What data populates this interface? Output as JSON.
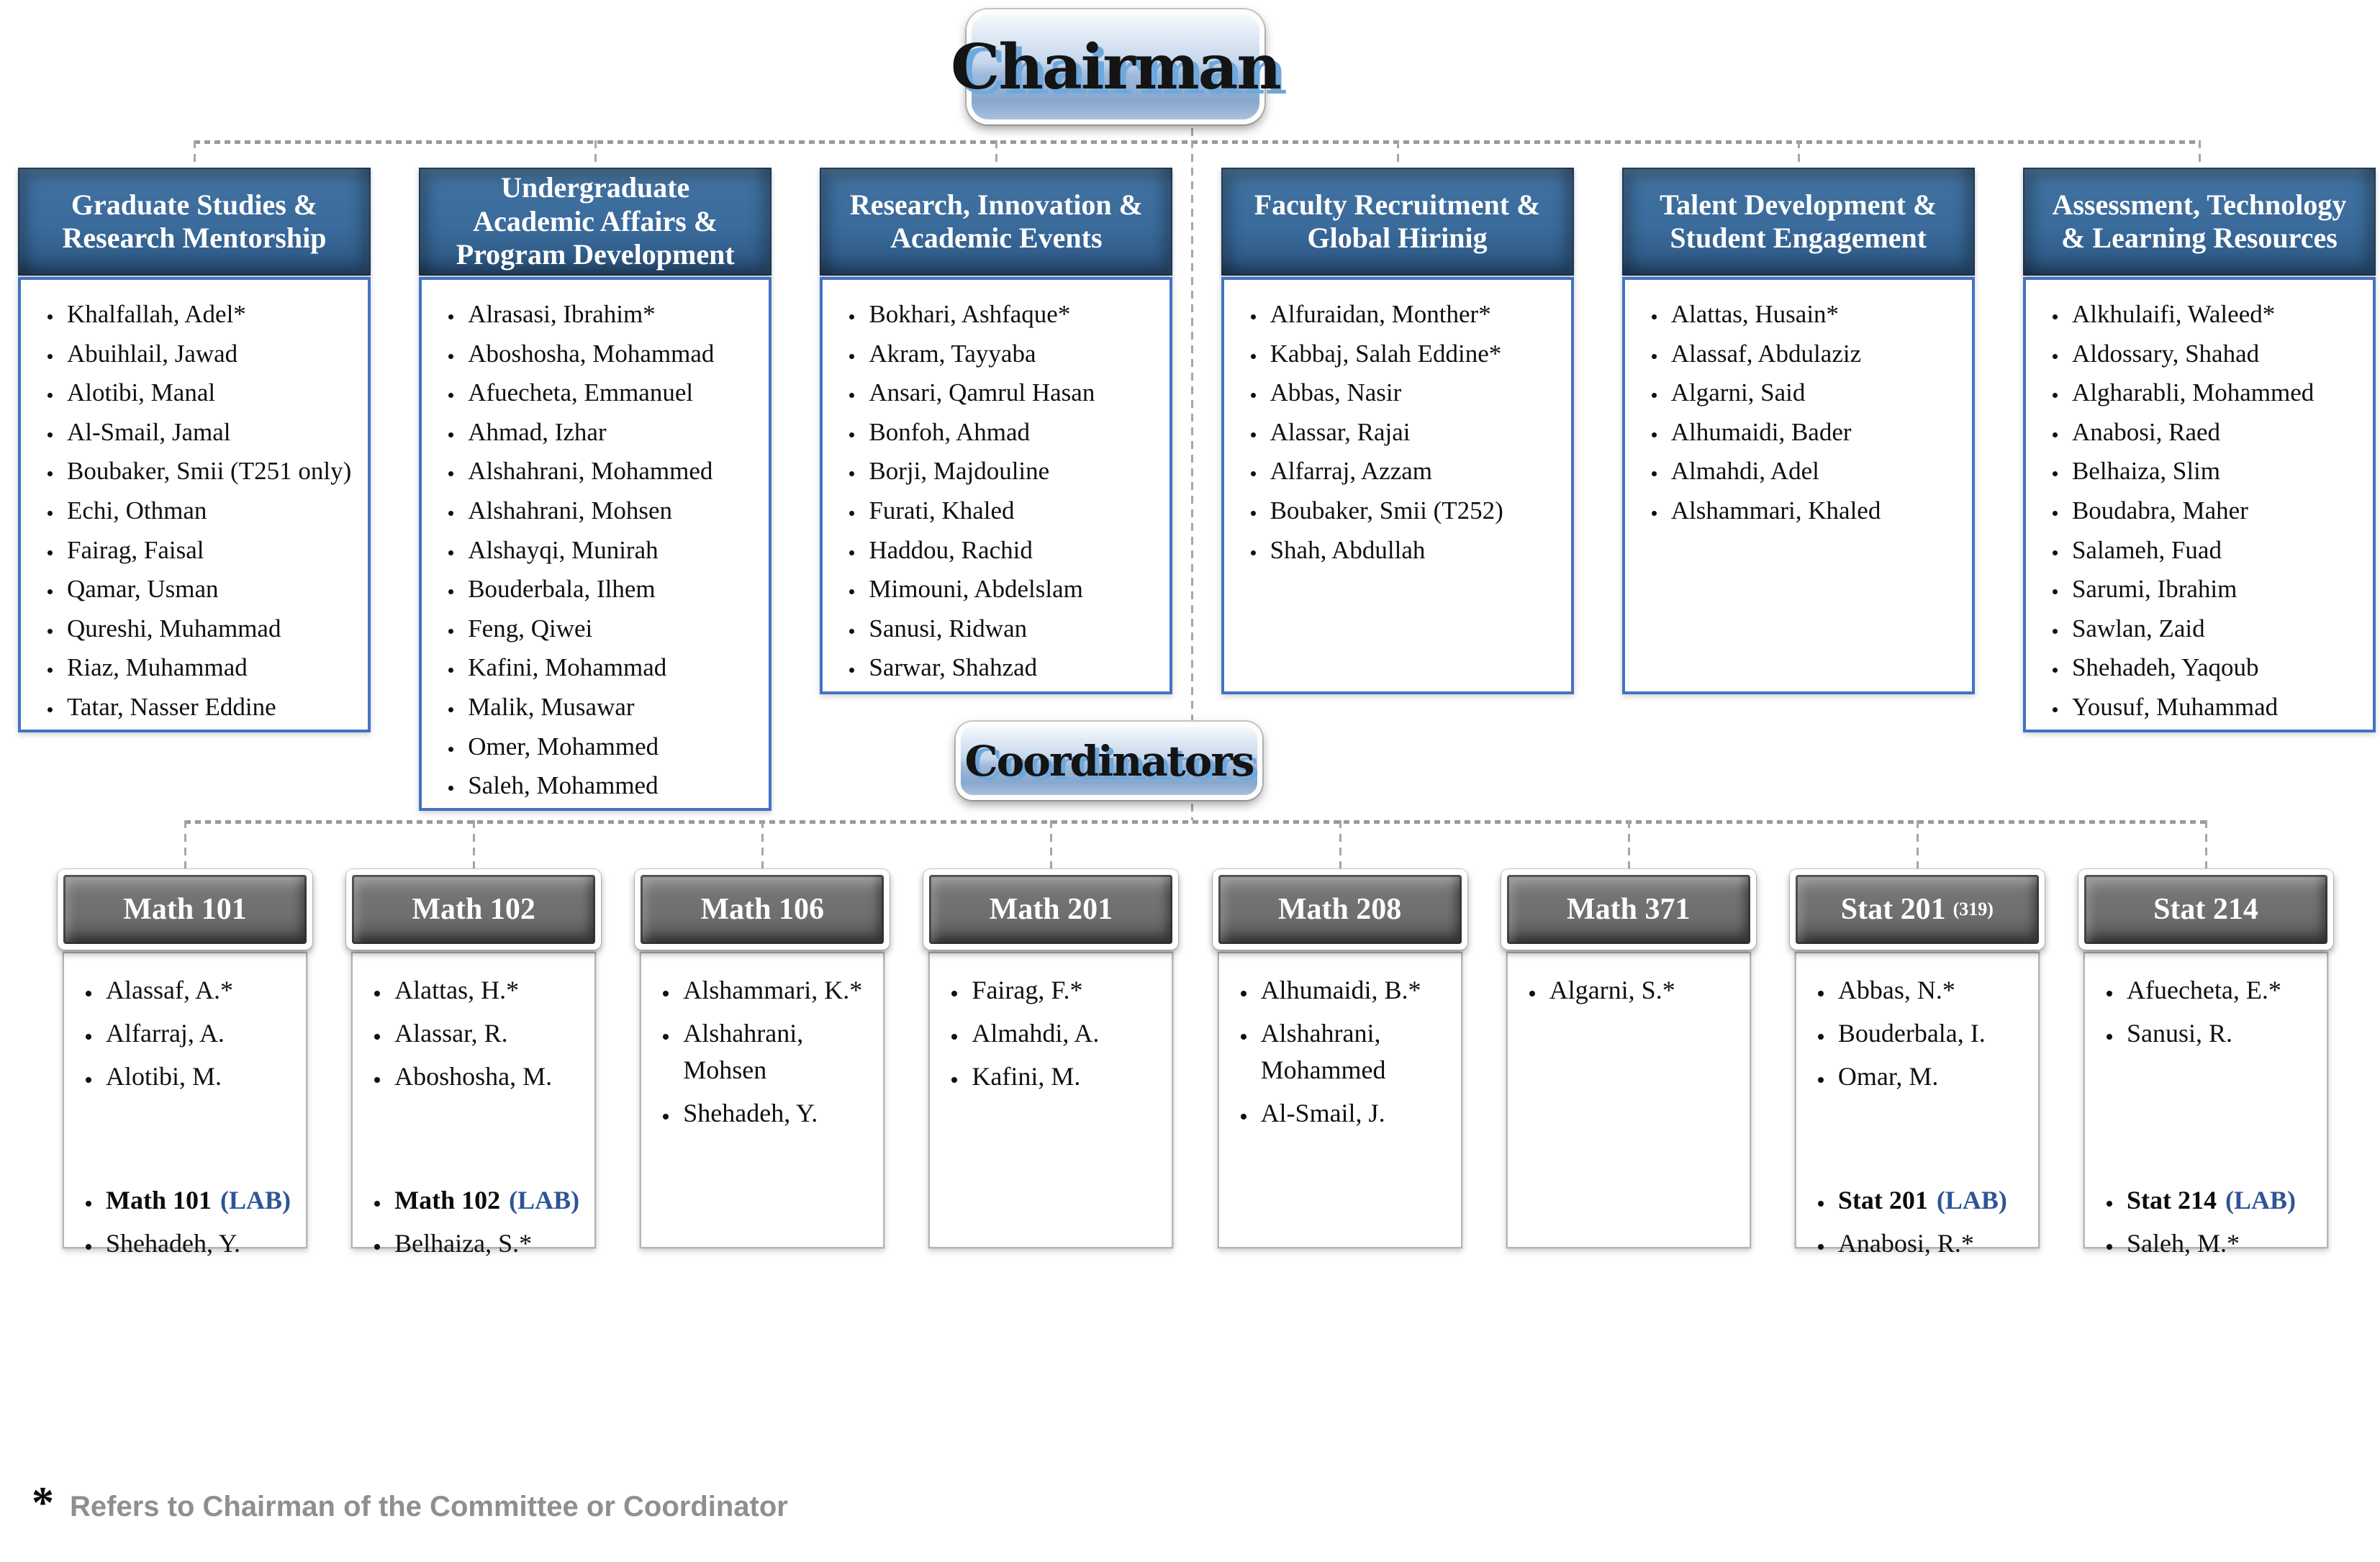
{
  "chairman": {
    "label": "Chairman"
  },
  "coordinators_title": {
    "label": "Coordinators"
  },
  "committees": [
    {
      "title": "Graduate Studies & Research Mentorship",
      "members": [
        "Khalfallah, Adel*",
        "Abuihlail, Jawad",
        "Alotibi, Manal",
        "Al-Smail, Jamal",
        "Boubaker, Smii (T251 only)",
        "Echi, Othman",
        "Fairag, Faisal",
        "Qamar, Usman",
        "Qureshi, Muhammad",
        "Riaz, Muhammad",
        "Tatar, Nasser Eddine"
      ]
    },
    {
      "title": "Undergraduate Academic Affairs & Program Development",
      "members": [
        "Alrasasi, Ibrahim*",
        "Aboshosha, Mohammad",
        "Afuecheta, Emmanuel",
        "Ahmad, Izhar",
        "Alshahrani, Mohammed",
        "Alshahrani, Mohsen",
        "Alshayqi, Munirah",
        "Bouderbala, Ilhem",
        "Feng, Qiwei",
        "Kafini, Mohammad",
        "Malik, Musawar",
        "Omer, Mohammed",
        "Saleh, Mohammed"
      ]
    },
    {
      "title": "Research, Innovation & Academic Events",
      "members": [
        "Bokhari, Ashfaque*",
        "Akram, Tayyaba",
        "Ansari, Qamrul Hasan",
        "Bonfoh, Ahmad",
        "Borji, Majdouline",
        "Furati, Khaled",
        "Haddou, Rachid",
        "Mimouni, Abdelslam",
        "Sanusi, Ridwan",
        "Sarwar, Shahzad"
      ]
    },
    {
      "title": "Faculty Recruitment & Global Hirinig",
      "members": [
        "Alfuraidan, Monther*",
        "Kabbaj, Salah Eddine*",
        "Abbas, Nasir",
        "Alassar, Rajai",
        "Alfarraj, Azzam",
        "Boubaker, Smii (T252)",
        "Shah, Abdullah"
      ]
    },
    {
      "title": "Talent Development & Student Engagement",
      "members": [
        "Alattas, Husain*",
        "Alassaf, Abdulaziz",
        "Algarni, Said",
        "Alhumaidi, Bader",
        "Almahdi, Adel",
        "Alshammari, Khaled"
      ]
    },
    {
      "title": "Assessment, Technology & Learning Resources",
      "members": [
        "Alkhulaifi, Waleed*",
        "Aldossary, Shahad",
        "Algharabli, Mohammed",
        "Anabosi, Raed",
        "Belhaiza, Slim",
        "Boudabra, Maher",
        "Salameh, Fuad",
        "Sarumi, Ibrahim",
        "Sawlan, Zaid",
        "Shehadeh, Yaqoub",
        "Yousuf, Muhammad"
      ]
    }
  ],
  "courses": [
    {
      "title": "Math 101",
      "members": [
        "Alassaf, A.*",
        "Alfarraj, A.",
        "Alotibi, M."
      ],
      "lab_title": "Math 101",
      "lab_tag": "(LAB)",
      "lab_members": [
        "Shehadeh, Y."
      ]
    },
    {
      "title": "Math 102",
      "members": [
        "Alattas, H.*",
        "Alassar, R.",
        "Aboshosha, M."
      ],
      "lab_title": "Math 102",
      "lab_tag": "(LAB)",
      "lab_members": [
        "Belhaiza, S.*"
      ]
    },
    {
      "title": "Math 106",
      "members": [
        "Alshammari, K.*",
        "Alshahrani, Mohsen",
        "Shehadeh, Y."
      ]
    },
    {
      "title": "Math 201",
      "members": [
        "Fairag, F.*",
        "Almahdi, A.",
        "Kafini, M."
      ]
    },
    {
      "title": "Math 208",
      "members": [
        "Alhumaidi, B.*",
        "Alshahrani, Mohammed",
        "Al-Smail, J."
      ]
    },
    {
      "title": "Math 371",
      "members": [
        "Algarni, S.*"
      ]
    },
    {
      "title": "Stat 201",
      "suffix": "(319)",
      "members": [
        "Abbas, N.*",
        "Bouderbala, I.",
        "Omar, M."
      ],
      "lab_title": "Stat 201",
      "lab_tag": "(LAB)",
      "lab_members": [
        "Anabosi, R.*"
      ]
    },
    {
      "title": "Stat 214",
      "members": [
        "Afuecheta, E.*",
        "Sanusi, R."
      ],
      "lab_title": "Stat 214",
      "lab_tag": "(LAB)",
      "lab_members": [
        "Saleh, M.*"
      ]
    }
  ],
  "footnote": {
    "symbol": "*",
    "text": "Refers to Chairman of the Committee or Coordinator"
  },
  "colors": {
    "committee_header_blue": "#3A6B9B",
    "committee_border_blue": "#4472C4",
    "course_header_gray": "#6E6E6E",
    "lab_tag_blue": "#2F5496",
    "button_text_shadow_blue": "#6FA8DC",
    "connector_gray": "#A6A6A6",
    "footnote_gray": "#8F8F8F"
  }
}
